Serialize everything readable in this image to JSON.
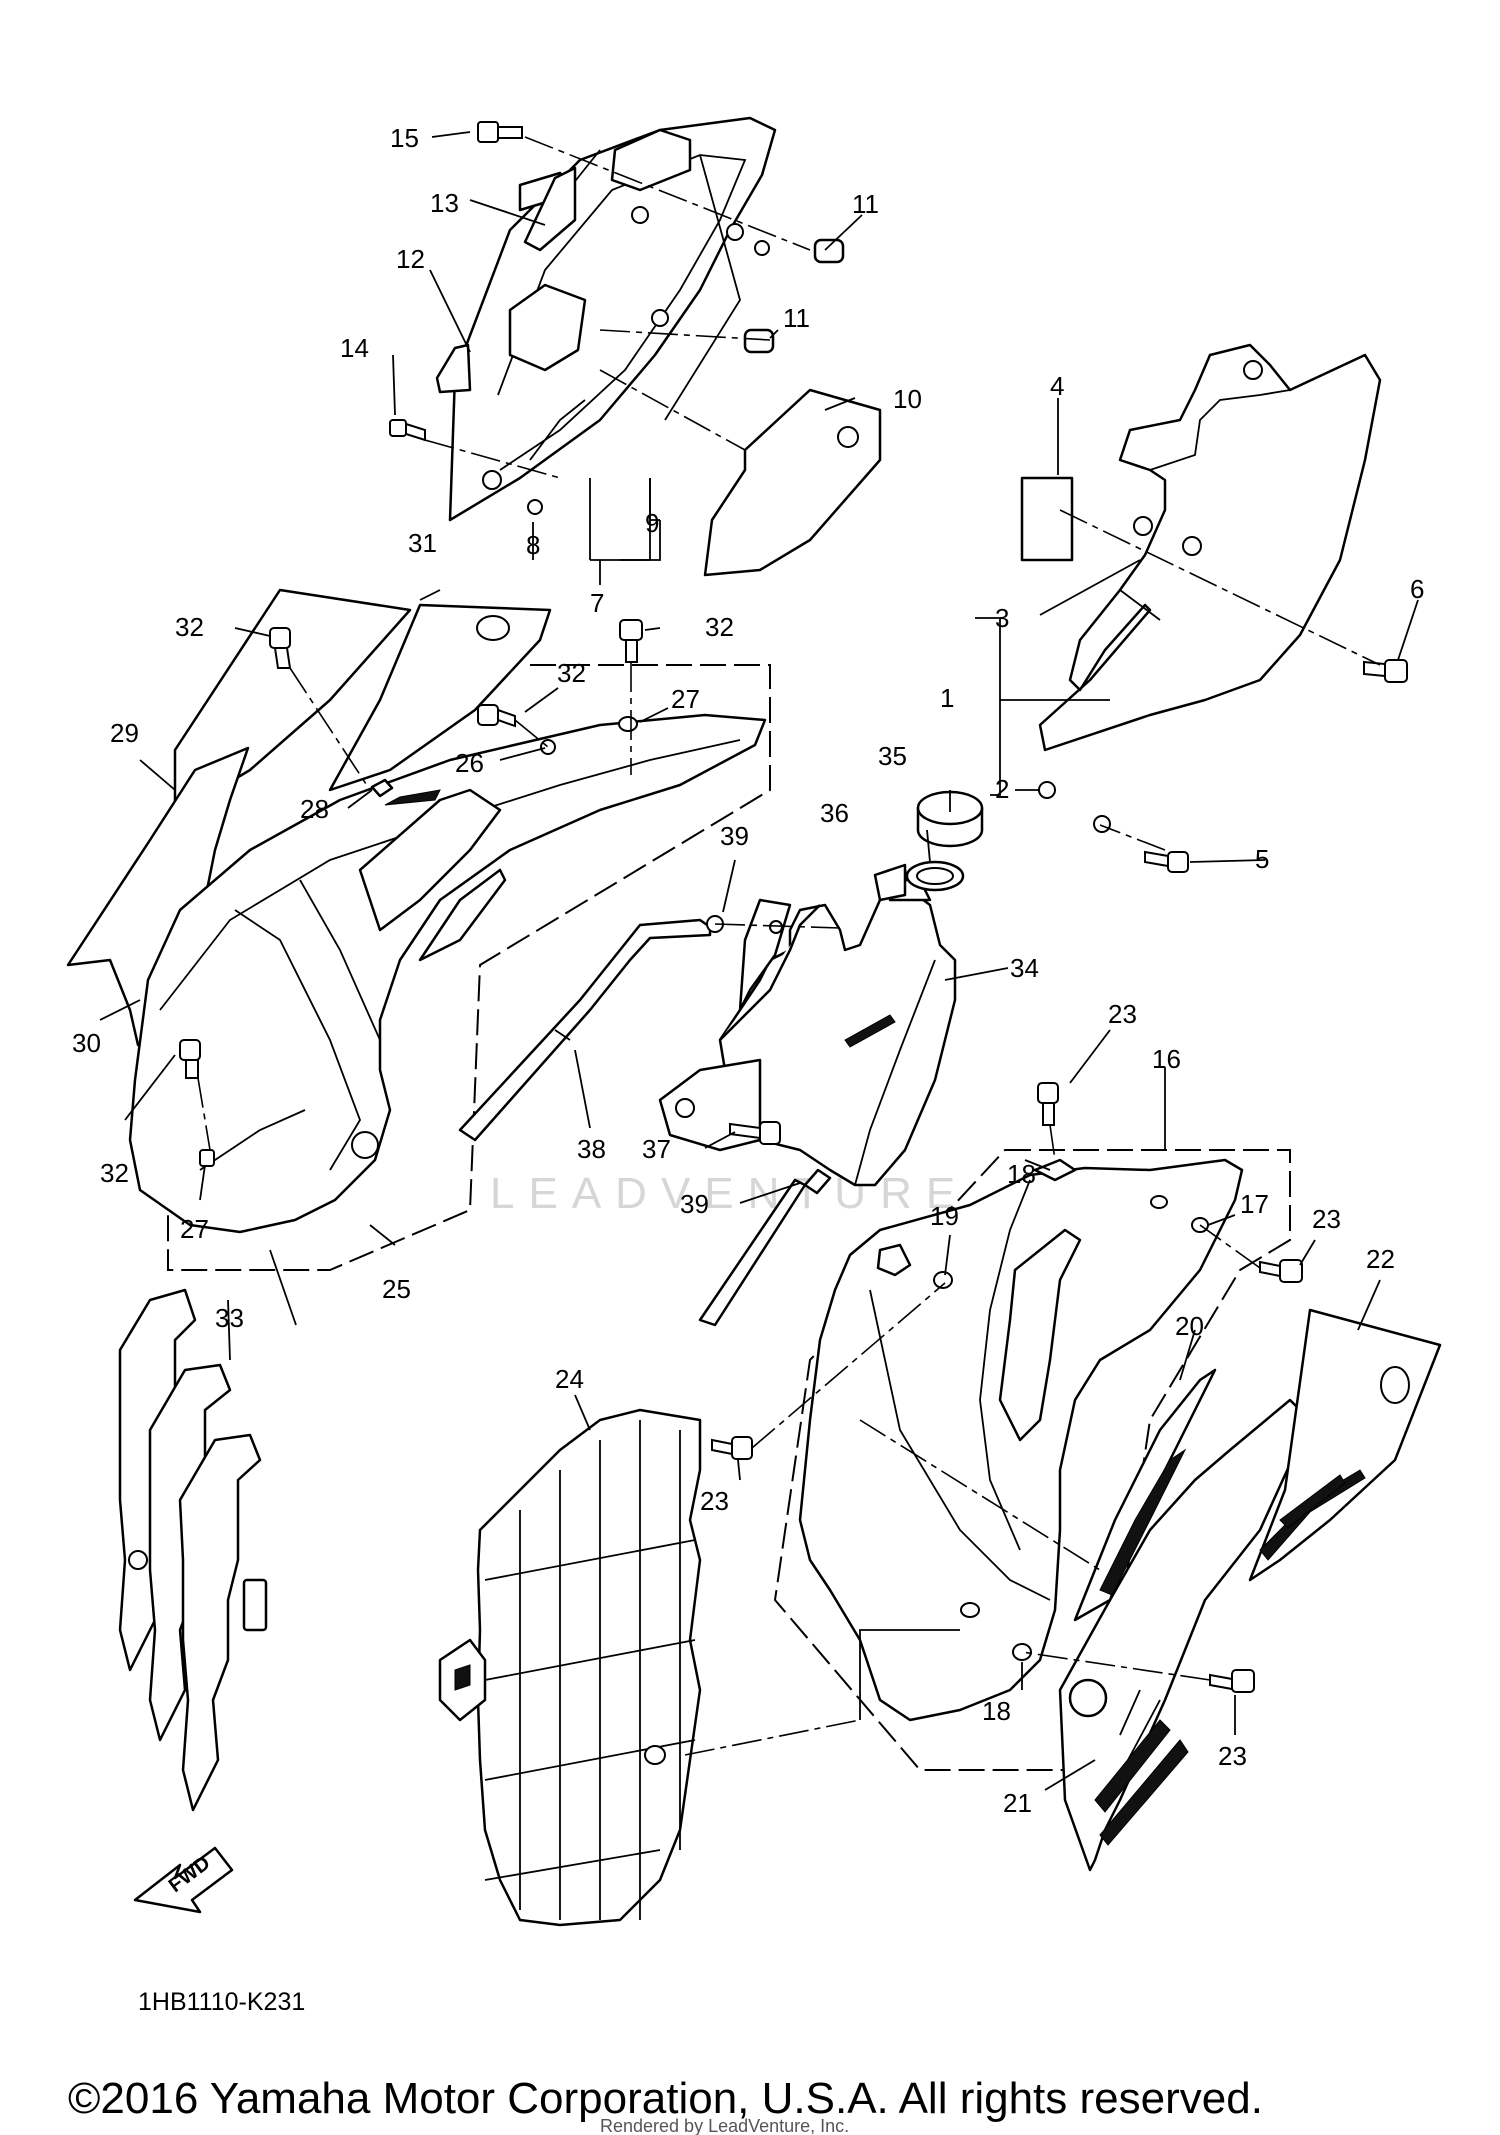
{
  "diagram": {
    "code": "1HB1110-K231",
    "copyright": "©2016 Yamaha Motor Corporation, U.S.A. All rights reserved.",
    "rendered_by": "Rendered by LeadVenture, Inc.",
    "watermark": "LEADVENTURE",
    "fwd_label": "FWD",
    "callouts": [
      {
        "key": "c1",
        "text": "1"
      },
      {
        "key": "c2",
        "text": "2"
      },
      {
        "key": "c3",
        "text": "3"
      },
      {
        "key": "c4",
        "text": "4"
      },
      {
        "key": "c5",
        "text": "5"
      },
      {
        "key": "c6",
        "text": "6"
      },
      {
        "key": "c7",
        "text": "7"
      },
      {
        "key": "c8",
        "text": "8"
      },
      {
        "key": "c9",
        "text": "9"
      },
      {
        "key": "c10",
        "text": "10"
      },
      {
        "key": "c11a",
        "text": "11"
      },
      {
        "key": "c11b",
        "text": "11"
      },
      {
        "key": "c12",
        "text": "12"
      },
      {
        "key": "c13",
        "text": "13"
      },
      {
        "key": "c14",
        "text": "14"
      },
      {
        "key": "c15",
        "text": "15"
      },
      {
        "key": "c16",
        "text": "16"
      },
      {
        "key": "c17",
        "text": "17"
      },
      {
        "key": "c18a",
        "text": "18"
      },
      {
        "key": "c18b",
        "text": "18"
      },
      {
        "key": "c19",
        "text": "19"
      },
      {
        "key": "c20",
        "text": "20"
      },
      {
        "key": "c21",
        "text": "21"
      },
      {
        "key": "c22",
        "text": "22"
      },
      {
        "key": "c23a",
        "text": "23"
      },
      {
        "key": "c23b",
        "text": "23"
      },
      {
        "key": "c23c",
        "text": "23"
      },
      {
        "key": "c23d",
        "text": "23"
      },
      {
        "key": "c24",
        "text": "24"
      },
      {
        "key": "c25",
        "text": "25"
      },
      {
        "key": "c26",
        "text": "26"
      },
      {
        "key": "c27a",
        "text": "27"
      },
      {
        "key": "c27b",
        "text": "27"
      },
      {
        "key": "c28",
        "text": "28"
      },
      {
        "key": "c29",
        "text": "29"
      },
      {
        "key": "c30",
        "text": "30"
      },
      {
        "key": "c31",
        "text": "31"
      },
      {
        "key": "c32a",
        "text": "32"
      },
      {
        "key": "c32b",
        "text": "32"
      },
      {
        "key": "c32c",
        "text": "32"
      },
      {
        "key": "c32d",
        "text": "32"
      },
      {
        "key": "c33",
        "text": "33"
      },
      {
        "key": "c34",
        "text": "34"
      },
      {
        "key": "c35",
        "text": "35"
      },
      {
        "key": "c36",
        "text": "36"
      },
      {
        "key": "c37",
        "text": "37"
      },
      {
        "key": "c38",
        "text": "38"
      },
      {
        "key": "c39a",
        "text": "39"
      },
      {
        "key": "c39b",
        "text": "39"
      }
    ]
  }
}
